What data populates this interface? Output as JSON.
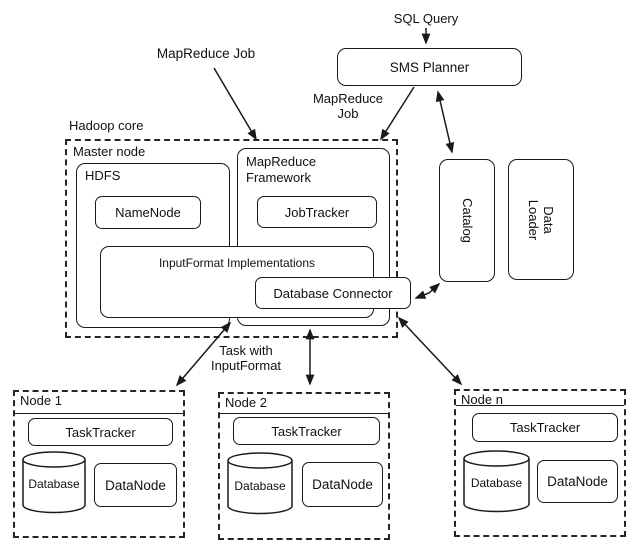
{
  "top": {
    "sql_query": "SQL Query",
    "sms_planner": "SMS Planner",
    "mapreduce_job_left": "MapReduce Job",
    "mapreduce_job_right_line1": "MapReduce",
    "mapreduce_job_right_line2": "Job"
  },
  "hadoop_core": {
    "title": "Hadoop core",
    "master_node_label": "Master node",
    "hdfs_label": "HDFS",
    "namenode": "NameNode",
    "framework_line1": "MapReduce",
    "framework_line2": "Framework",
    "jobtracker": "JobTracker",
    "inputformat": "InputFormat Implementations",
    "database_connector": "Database Connector"
  },
  "right_panel": {
    "catalog": "Catalog",
    "data_loader_line1": "Data",
    "data_loader_line2": "Loader"
  },
  "task_label": {
    "line1": "Task with",
    "line2": "InputFormat"
  },
  "nodes": [
    {
      "label": "Node 1",
      "tasktracker": "TaskTracker",
      "database": "Database",
      "datanode": "DataNode"
    },
    {
      "label": "Node 2",
      "tasktracker": "TaskTracker",
      "database": "Database",
      "datanode": "DataNode"
    },
    {
      "label": "Node n",
      "tasktracker": "TaskTracker",
      "database": "Database",
      "datanode": "DataNode"
    }
  ],
  "colors": {
    "line": "#1a1a1a",
    "background": "#ffffff"
  }
}
